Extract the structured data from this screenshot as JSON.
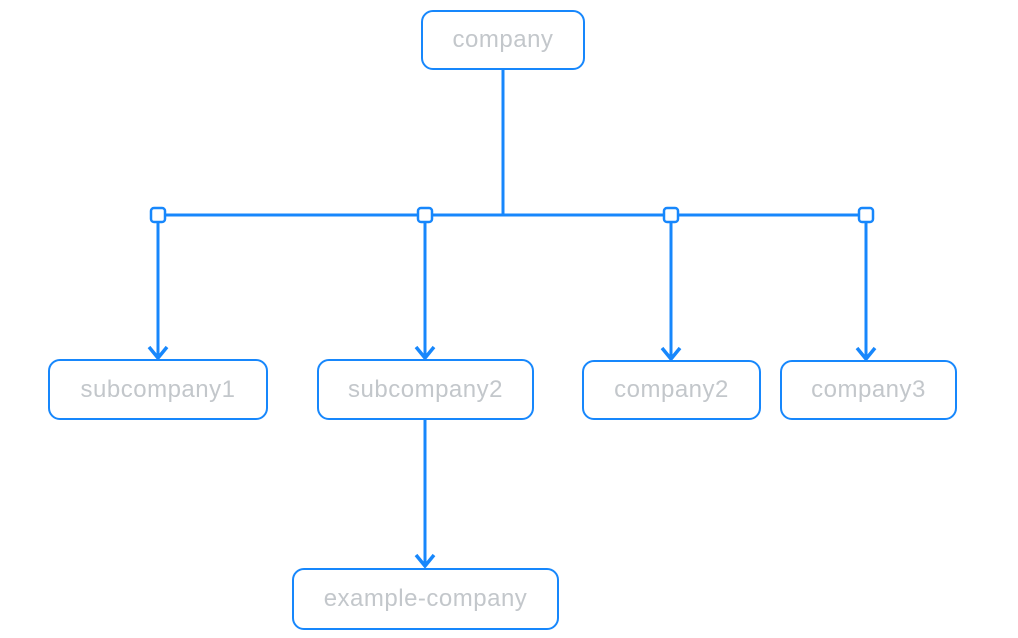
{
  "diagram": {
    "type": "org-chart",
    "colors": {
      "line": "#1787fc",
      "node_border": "#1787fc",
      "node_fill": "#ffffff",
      "node_text": "#c3c7cb",
      "background": "#ffffff"
    },
    "nodes": [
      {
        "id": "company",
        "label": "company",
        "parent": null
      },
      {
        "id": "subcompany1",
        "label": "subcompany1",
        "parent": "company"
      },
      {
        "id": "subcompany2",
        "label": "subcompany2",
        "parent": "company"
      },
      {
        "id": "company2",
        "label": "company2",
        "parent": "company"
      },
      {
        "id": "company3",
        "label": "company3",
        "parent": "company"
      },
      {
        "id": "example-company",
        "label": "example-company",
        "parent": "subcompany2"
      }
    ],
    "edges": [
      {
        "from": "company",
        "to": "subcompany1"
      },
      {
        "from": "company",
        "to": "subcompany2"
      },
      {
        "from": "company",
        "to": "company2"
      },
      {
        "from": "company",
        "to": "company3"
      },
      {
        "from": "subcompany2",
        "to": "example-company"
      }
    ]
  }
}
